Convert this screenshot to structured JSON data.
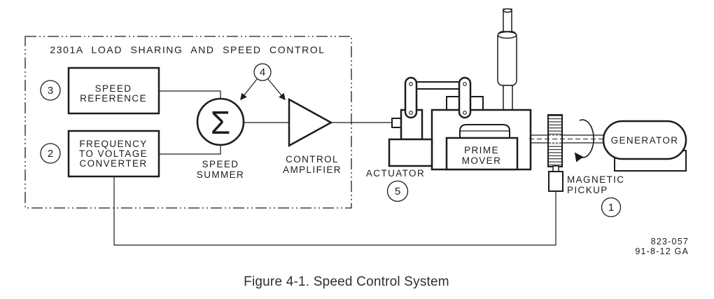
{
  "diagram": {
    "title": "2301A LOAD SHARING AND SPEED CONTROL",
    "callouts": {
      "c1": "1",
      "c2": "2",
      "c3": "3",
      "c4": "4",
      "c5": "5"
    },
    "blocks": {
      "speed_reference": {
        "lines": [
          "SPEED",
          "REFERENCE"
        ]
      },
      "freq_converter": {
        "lines": [
          "FREQUENCY",
          "TO VOLTAGE",
          "CONVERTER"
        ]
      },
      "speed_summer": {
        "symbol": "Σ",
        "label_lines": [
          "SPEED",
          "SUMMER"
        ]
      },
      "control_amplifier": {
        "label_lines": [
          "CONTROL",
          "AMPLIFIER"
        ]
      },
      "actuator": {
        "label": "ACTUATOR"
      },
      "prime_mover": {
        "lines": [
          "PRIME",
          "MOVER"
        ]
      },
      "generator": {
        "label": "GENERATOR"
      },
      "magnetic_pickup": {
        "lines": [
          "MAGNETIC",
          "PICKUP"
        ]
      }
    }
  },
  "footer": {
    "doc_number": "823-057",
    "revision": "91-8-12 GA",
    "caption": "Figure 4-1. Speed Control System"
  },
  "colors": {
    "ink": "#1c1c1c",
    "background": "#ffffff"
  }
}
